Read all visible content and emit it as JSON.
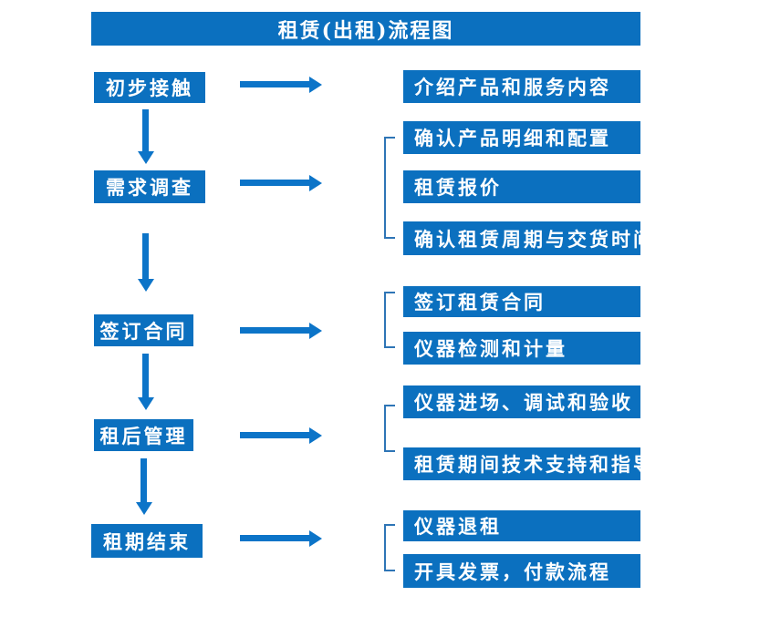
{
  "title": "租赁(出租)流程图",
  "steps": [
    {
      "label": "初步接触",
      "outputs": [
        "介绍产品和服务内容"
      ]
    },
    {
      "label": "需求调查",
      "outputs": [
        "确认产品明细和配置",
        "租赁报价",
        "确认租赁周期与交货时间"
      ]
    },
    {
      "label": "签订合同",
      "outputs": [
        "签订租赁合同",
        "仪器检测和计量"
      ]
    },
    {
      "label": "租后管理",
      "outputs": [
        "仪器进场、调试和验收",
        "租赁期间技术支持和指导"
      ]
    },
    {
      "label": "租期结束",
      "outputs": [
        "仪器退租",
        "开具发票，付款流程"
      ]
    }
  ],
  "colors": {
    "box_blue": "#0b70bf",
    "arrow_blue": "#0c74c8",
    "bracket_blue": "#2e75b6",
    "text_color": "#ffffff",
    "background": "#ffffff"
  }
}
